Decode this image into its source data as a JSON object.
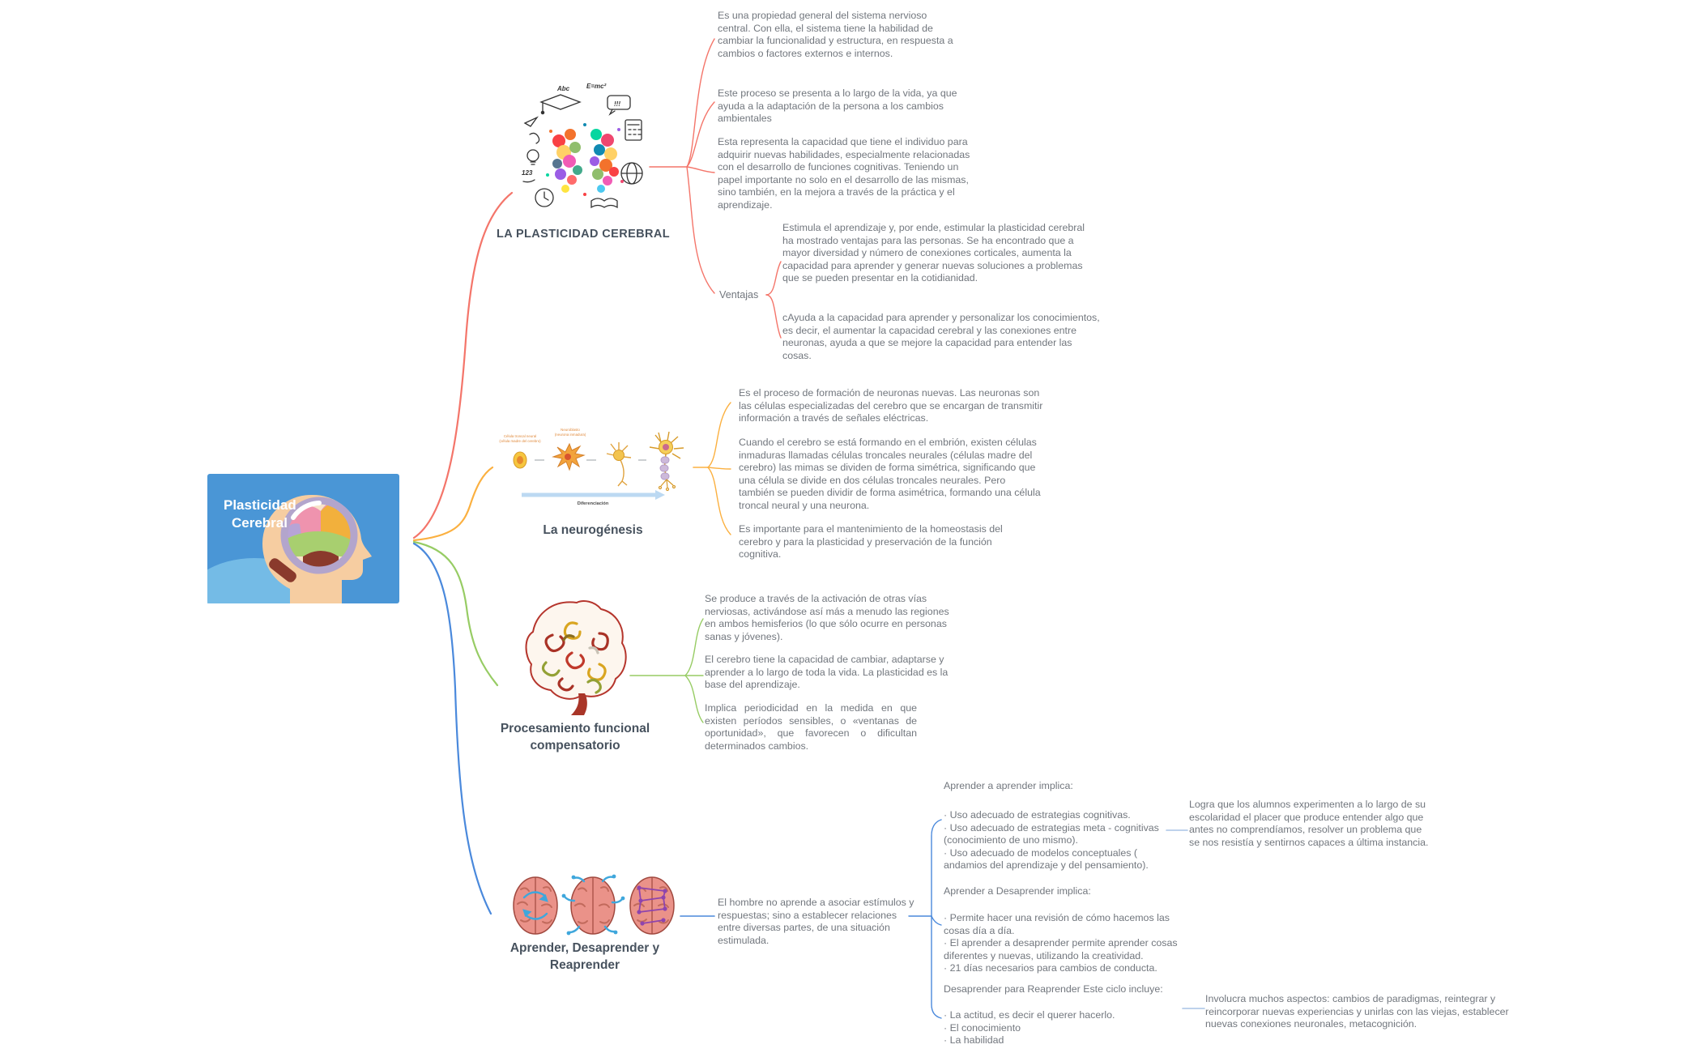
{
  "app": {
    "background": "#ffffff"
  },
  "colors": {
    "branch_red": "#f4756a",
    "branch_yellow": "#fbb040",
    "branch_green": "#97cc64",
    "branch_blue": "#4a89dc",
    "note_text": "#72777e",
    "title_text": "#47525e"
  },
  "central": {
    "title_line1": "Plasticidad",
    "title_line2": "Cerebral"
  },
  "branches": [
    {
      "title": "LA PLASTICIDAD CEREBRAL",
      "color": "#f4756a",
      "image_doodles": {
        "abc": "Abc",
        "emc": "E=mc²",
        "excl": "!!!",
        "nums": "123"
      },
      "notes": [
        "Es una propiedad general del sistema nervioso central. Con ella, el sistema tiene la habilidad de cambiar la funcionalidad y estructura, en respuesta a cambios o factores externos e internos.",
        "Este proceso se presenta a lo largo de la vida, ya que ayuda a la adaptación de la persona a los cambios ambientales",
        "Esta representa la capacidad que tiene el individuo para adquirir nuevas habilidades, especialmente relacionadas con el desarrollo de funciones cognitivas. Teniendo un papel importante no solo en el desarrollo de las mismas, sino también, en la mejora a través de la práctica y el aprendizaje."
      ],
      "child": {
        "label": "Ventajas",
        "notes": [
          "Estimula el aprendizaje y, por ende, estimular la plasticidad cerebral ha mostrado ventajas para las personas. Se ha encontrado que a mayor diversidad y número de conexiones corticales, aumenta la capacidad para aprender y generar nuevas soluciones a problemas que se pueden presentar en la cotidianidad.",
          "cAyuda a la capacidad para aprender y personalizar los conocimientos, es decir, el aumentar la capacidad cerebral y las conexiones entre neuronas, ayuda a que se mejore la capacidad para entender las cosas."
        ]
      }
    },
    {
      "title": "La neurogénesis",
      "color": "#fbb040",
      "image_labels": {
        "cell_line1": "Célula troncal neural",
        "cell_line2": "(célula madre del cerebro)",
        "neuroblast_line1": "Neuroblasto",
        "neuroblast_line2": "(neurona inmadura)",
        "arrow": "Diferenciación"
      },
      "notes": [
        "Es el proceso de formación de neuronas nuevas. Las neuronas son las células especializadas del cerebro que se encargan de transmitir información a través de señales eléctricas.",
        "Cuando el cerebro se está formando en el embrión, existen células inmaduras llamadas células troncales neurales (células madre del cerebro) las mimas se dividen de forma simétrica, significando que una célula se divide en dos células troncales neurales. Pero también se pueden dividir de forma asimétrica, formando una célula troncal neural y una neurona.",
        "Es importante para el mantenimiento de la homeostasis del cerebro y para la plasticidad y preservación de la función cognitiva."
      ]
    },
    {
      "title_line1": "Procesamiento funcional",
      "title_line2": "compensatorio",
      "color": "#97cc64",
      "notes": [
        "Se produce a través de la activación de otras vías nerviosas, activándose así más a menudo las regiones en ambos hemisferios (lo que sólo ocurre en personas sanas y jóvenes).",
        "El cerebro tiene la capacidad de cambiar, adaptarse y aprender a lo largo de toda la vida. La plasticidad es la base del aprendizaje.",
        "Implica periodicidad en la medida en que existen períodos sensibles, o «ventanas de oportunidad», que favorecen o dificultan determinados cambios."
      ]
    },
    {
      "title_line1": "Aprender, Desaprender y",
      "title_line2": "Reaprender",
      "color": "#4a89dc",
      "main_note": "El hombre no aprende a asociar estímulos y respuestas; sino a establecer relaciones entre diversas partes, de una situación estimulada.",
      "column_notes": [
        {
          "heading": "Aprender a aprender implica:",
          "bullets": "· Uso adecuado de estrategias cognitivas.\n· Uso adecuado de estrategias meta - cognitivas (conocimiento de uno mismo).\n· Uso adecuado de modelos conceptuales ( andamios del aprendizaje y del pensamiento)."
        },
        {
          "heading": "Aprender a Desaprender implica:",
          "bullets": "· Permite hacer una revisión de cómo hacemos las cosas día a día.\n· El aprender a desaprender permite aprender cosas diferentes y nuevas, utilizando la creatividad.\n· 21 días necesarios para cambios de conducta."
        },
        {
          "heading": "Desaprender para Reaprender Este ciclo incluye:",
          "bullets": "· La actitud, es decir el querer hacerlo.\n· El conocimiento\n· La habilidad"
        }
      ],
      "right_notes": [
        "Logra que los alumnos experimenten a lo largo de su escolaridad el placer que produce entender algo que antes no comprendíamos, resolver un problema que se nos resistía y sentirnos capaces a última instancia.",
        "Involucra muchos aspectos: cambios de paradigmas, reintegrar y reincorporar nuevas experiencias y unirlas con las viejas, establecer nuevas conexiones neuronales, metacognición."
      ]
    }
  ]
}
